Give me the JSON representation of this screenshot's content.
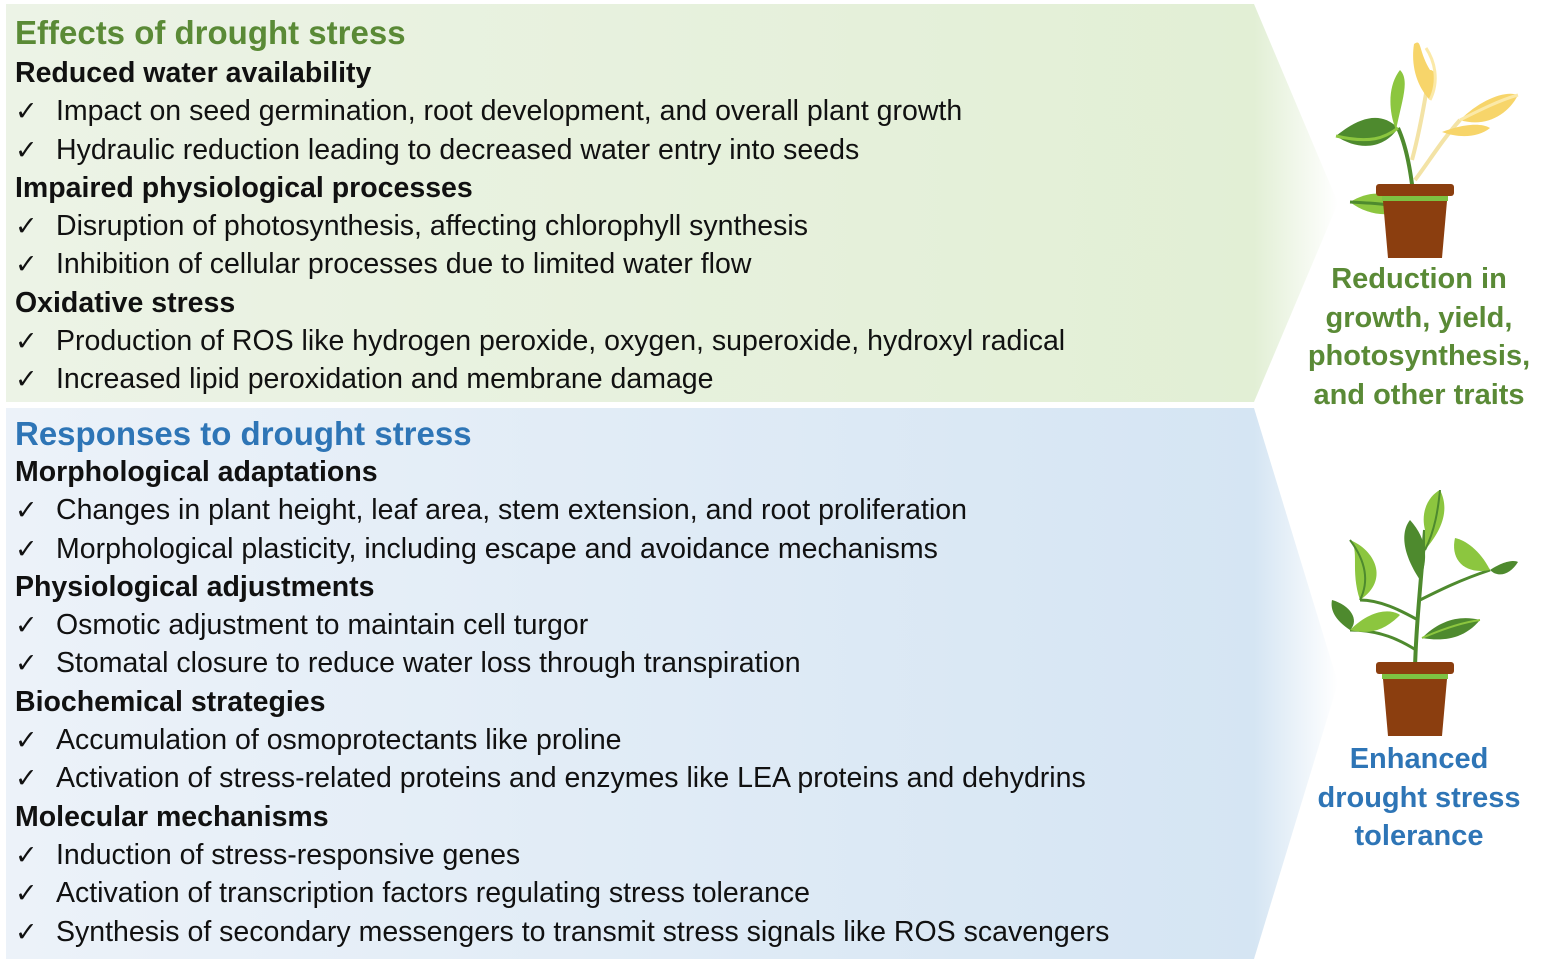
{
  "effects": {
    "title": "Effects of drought stress",
    "outcome": [
      "Reduction in",
      "growth, yield,",
      "photosynthesis,",
      "and other traits"
    ],
    "sections": [
      {
        "heading": "Reduced water availability",
        "items": [
          "Impact on seed germination, root development, and overall plant growth",
          "Hydraulic reduction leading to decreased water entry into seeds"
        ]
      },
      {
        "heading": "Impaired physiological processes",
        "items": [
          "Disruption of photosynthesis, affecting chlorophyll synthesis",
          "Inhibition of cellular processes due to limited water flow"
        ]
      },
      {
        "heading": "Oxidative stress",
        "items": [
          "Production of ROS like hydrogen peroxide, oxygen, superoxide, hydroxyl radical",
          "Increased lipid peroxidation and membrane damage"
        ]
      }
    ]
  },
  "responses": {
    "title": "Responses to drought stress",
    "outcome": [
      "Enhanced",
      "drought stress",
      "tolerance"
    ],
    "sections": [
      {
        "heading": "Morphological adaptations",
        "items": [
          "Changes in plant height, leaf area, stem extension, and root proliferation",
          "Morphological plasticity, including escape and avoidance mechanisms"
        ]
      },
      {
        "heading": "Physiological adjustments",
        "items": [
          "Osmotic adjustment to maintain cell turgor",
          "Stomatal closure to reduce water loss through transpiration"
        ]
      },
      {
        "heading": "Biochemical strategies",
        "items": [
          "Accumulation of osmoprotectants like proline",
          "Activation of stress-related proteins and enzymes like LEA proteins and dehydrins"
        ]
      },
      {
        "heading": "Molecular mechanisms",
        "items": [
          "Induction of stress-responsive genes",
          "Activation of transcription factors regulating stress tolerance",
          "Synthesis of secondary messengers to transmit stress signals like ROS scavengers"
        ]
      }
    ]
  },
  "check_glyph": "✓",
  "icons": {
    "wilted_plant": "wilted-plant-icon",
    "healthy_plant": "healthy-plant-icon"
  },
  "colors": {
    "effects_accent": "#5a8a36",
    "responses_accent": "#2e75b6",
    "effects_panel": "#e2efd5",
    "responses_panel": "#d5e5f3",
    "pot": "#8b3e0f",
    "pot_band": "#7dc242",
    "leaf_dark": "#4e8a2e",
    "leaf_light": "#8cc63f",
    "leaf_wilted": "#f7d56a"
  }
}
